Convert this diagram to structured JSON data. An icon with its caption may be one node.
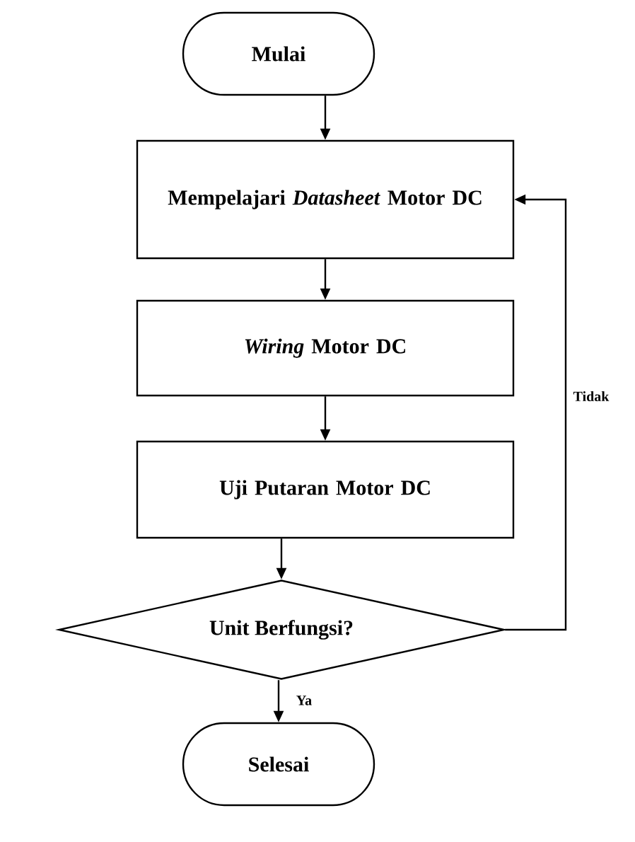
{
  "diagram": {
    "nodes": [
      {
        "text": [
          "Mulai"
        ]
      },
      {
        "text": [
          "Mempelajari *Datasheet* Motor DC"
        ]
      },
      {
        "text": [
          "*Wiring* Motor DC"
        ]
      },
      {
        "text": [
          "Uji Putaran Motor DC"
        ]
      },
      {
        "text": [
          "Unit Berfungsi?"
        ]
      },
      {
        "text": [
          "Selesai"
        ]
      }
    ],
    "edges": [
      {
        "from": 0,
        "to": 1,
        "arrow": "to"
      },
      {
        "from": 1,
        "to": 2,
        "arrow": "to"
      },
      {
        "from": 2,
        "to": 3,
        "arrow": "to"
      },
      {
        "from": 3,
        "to": 4,
        "arrow": "to"
      },
      {
        "from": 4,
        "to": 5,
        "arrow": "to",
        "label": "Ya"
      },
      {
        "from": 4,
        "to": 1,
        "arrow": "to",
        "label": "Tidak"
      }
    ]
  }
}
